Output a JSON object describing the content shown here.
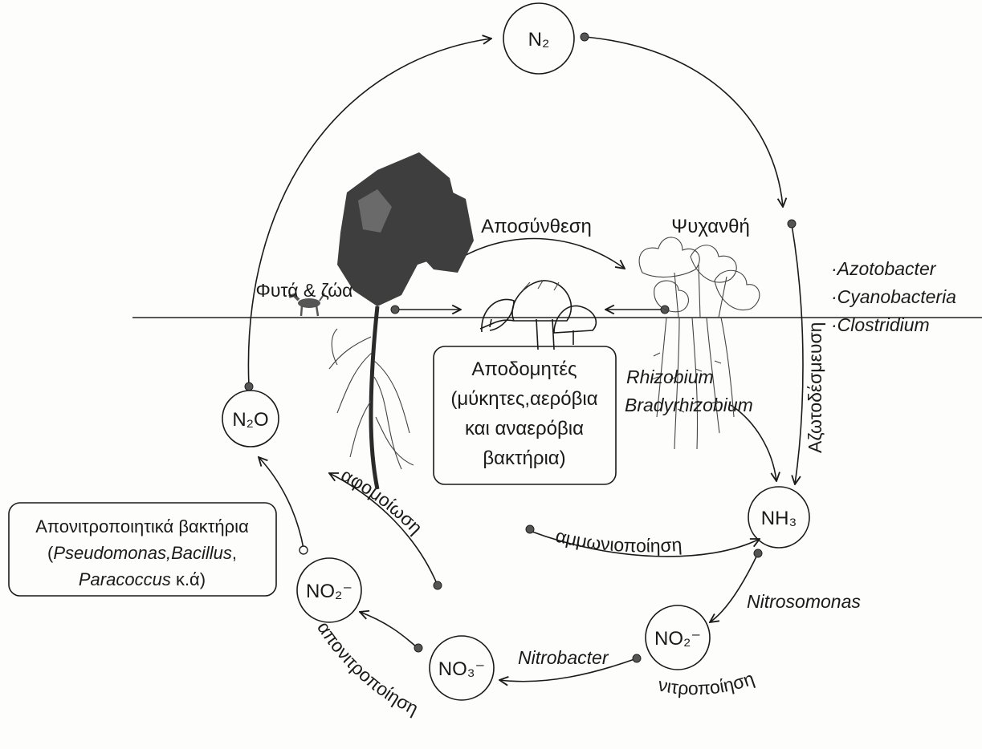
{
  "nodes": {
    "n2": "N₂",
    "n2o": "N₂O",
    "nh3": "NH₃",
    "no2_left": "NO₂⁻",
    "no2_right": "NO₂⁻",
    "no3": "NO₃⁻"
  },
  "labels": {
    "decomposition": "Αποσύνθεση",
    "legumes": "Ψυχανθή",
    "plants_animals": "Φυτά & ζώα",
    "nitrogen_fixation": "Αζωτοδέσμευση",
    "ammonification": "αμμωνιοποίηση",
    "assimilation": "αφομοίωση",
    "nitrification": "νιτροποίηση",
    "denitrification": "απονιτροποίηση"
  },
  "fixers": [
    "·Azotobacter",
    "·Cyanobacteria",
    "·Clostridium"
  ],
  "symbionts": [
    "Rhizobium",
    "Bradyrhizobium"
  ],
  "decomposers_box": [
    "Αποδομητές",
    "(μύκητες,αερόβια",
    "και αναερόβια",
    "βακτήρια)"
  ],
  "denitrifiers_box": {
    "title": "Απονιτροποιητικά βακτήρια",
    "line2": [
      "(",
      "Pseudomonas,Bacillus",
      ","
    ],
    "line3": [
      "Paracoccus",
      " κ.ά)"
    ]
  },
  "bacteria": {
    "nitrosomonas": "Nitrosomonas",
    "nitrobacter": "Nitrobacter"
  }
}
